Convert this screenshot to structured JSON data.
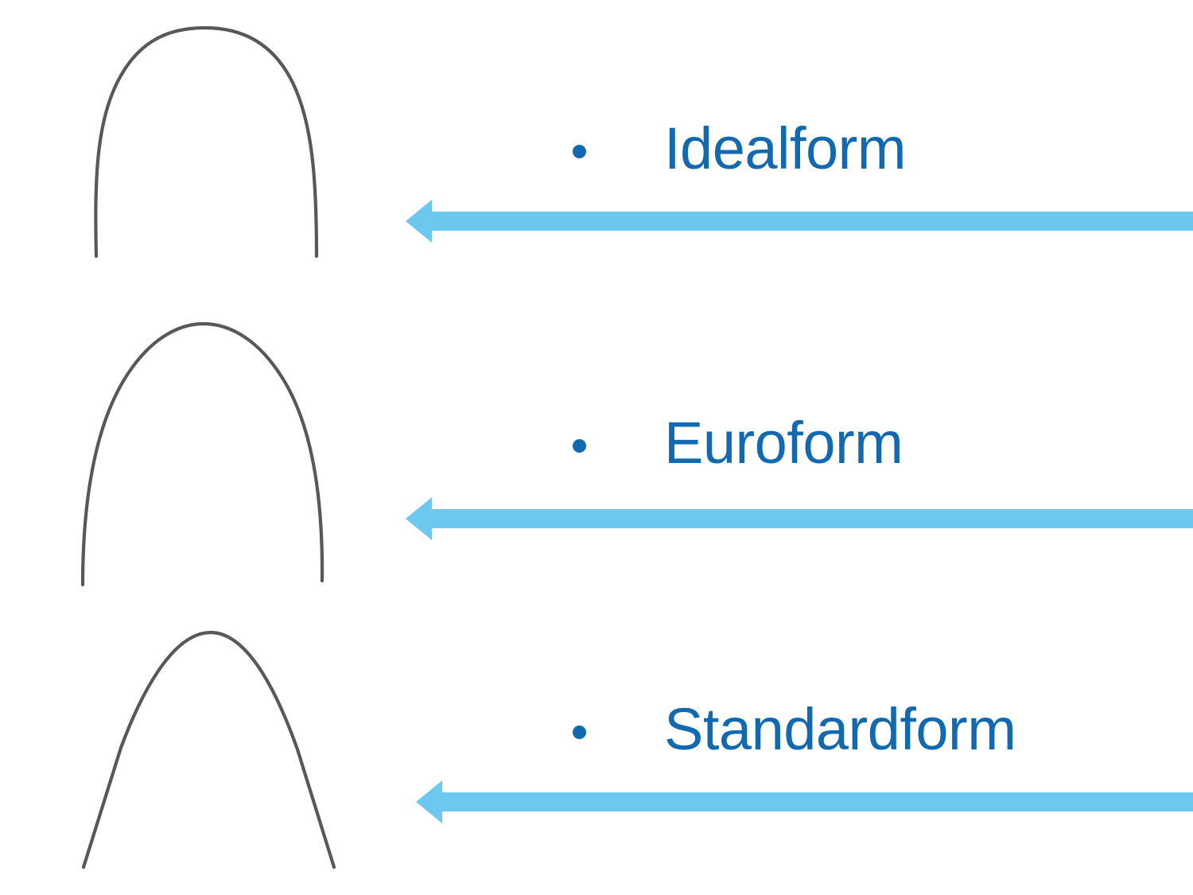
{
  "slide": {
    "title_text": "",
    "background_color": "#FFFFFF",
    "accent_text_color": "#1269AF",
    "arrow_color": "#6DC8EF",
    "wire_color": "#585858"
  },
  "items": [
    {
      "label": "Idealform",
      "bullet_glyph": "•",
      "arch_shape_name": "square-rounded-archwire",
      "arrow_name": "left-arrow-idealform"
    },
    {
      "label": "Euroform",
      "bullet_glyph": "•",
      "arch_shape_name": "ovoid-archwire",
      "arrow_name": "left-arrow-euroform"
    },
    {
      "label": "Standardform",
      "bullet_glyph": "•",
      "arch_shape_name": "tapered-archwire",
      "arrow_name": "left-arrow-standardform"
    }
  ]
}
